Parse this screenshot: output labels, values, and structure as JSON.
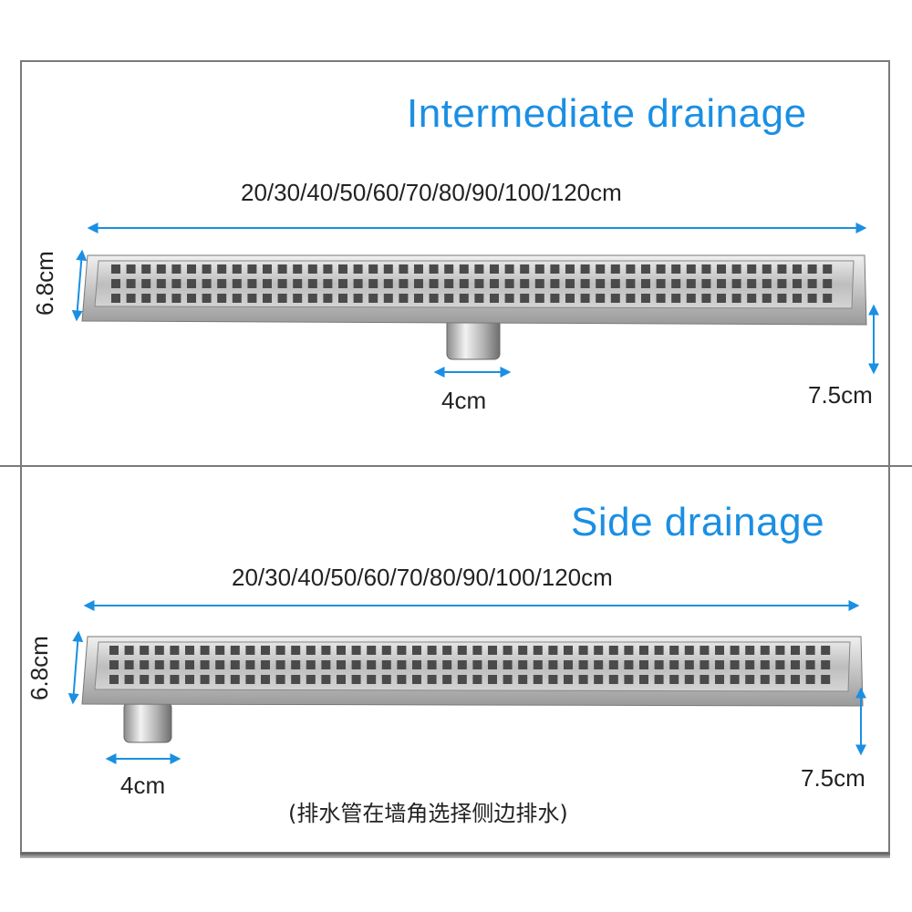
{
  "sections": {
    "intermediate": {
      "title": "Intermediate drainage",
      "length_label": "20/30/40/50/60/70/80/90/100/120cm",
      "width_label": "6.8cm",
      "outlet_label": "4cm",
      "height_label": "7.5cm"
    },
    "side": {
      "title": "Side drainage",
      "length_label": "20/30/40/50/60/70/80/90/100/120cm",
      "width_label": "6.8cm",
      "outlet_label": "4cm",
      "height_label": "7.5cm",
      "note": "(排水管在墙角选择侧边排水)"
    }
  },
  "colors": {
    "accent": "#1a8fe3",
    "steel": "#c8c8c8",
    "frame": "#7a7a7a"
  }
}
